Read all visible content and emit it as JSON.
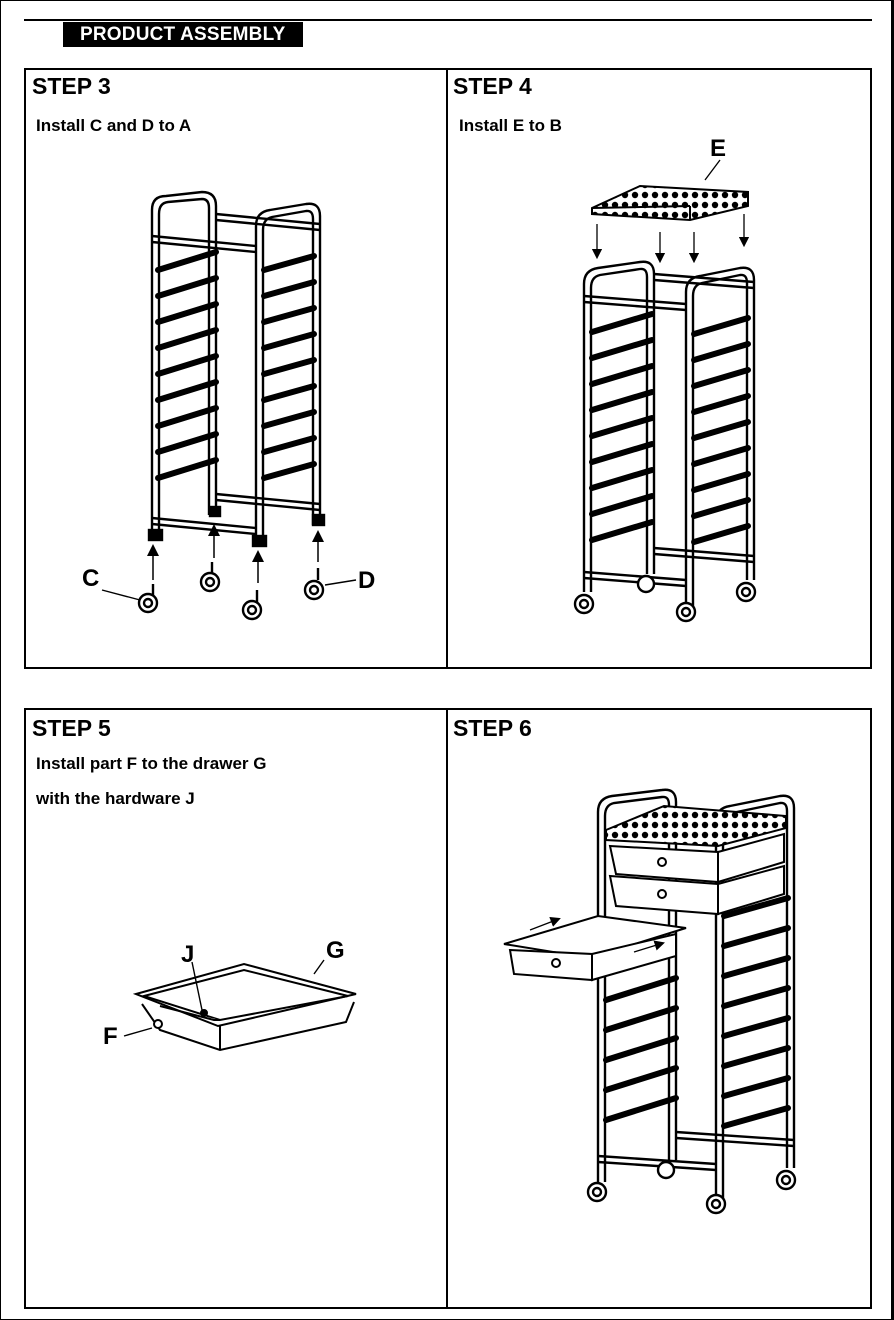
{
  "header": {
    "title": "PRODUCT ASSEMBLY"
  },
  "steps": [
    {
      "title": "STEP 3",
      "instructions": [
        "Install C and D to A"
      ],
      "callouts": [
        "C",
        "D"
      ]
    },
    {
      "title": "STEP 4",
      "instructions": [
        "Install E to B"
      ],
      "callouts": [
        "E"
      ]
    },
    {
      "title": "STEP 5",
      "instructions": [
        "Install part F to the drawer G",
        "with the hardware J"
      ],
      "callouts": [
        "J",
        "G",
        "F"
      ]
    },
    {
      "title": "STEP 6",
      "instructions": [],
      "callouts": []
    }
  ],
  "colors": {
    "ink": "#000000",
    "paper": "#ffffff"
  }
}
